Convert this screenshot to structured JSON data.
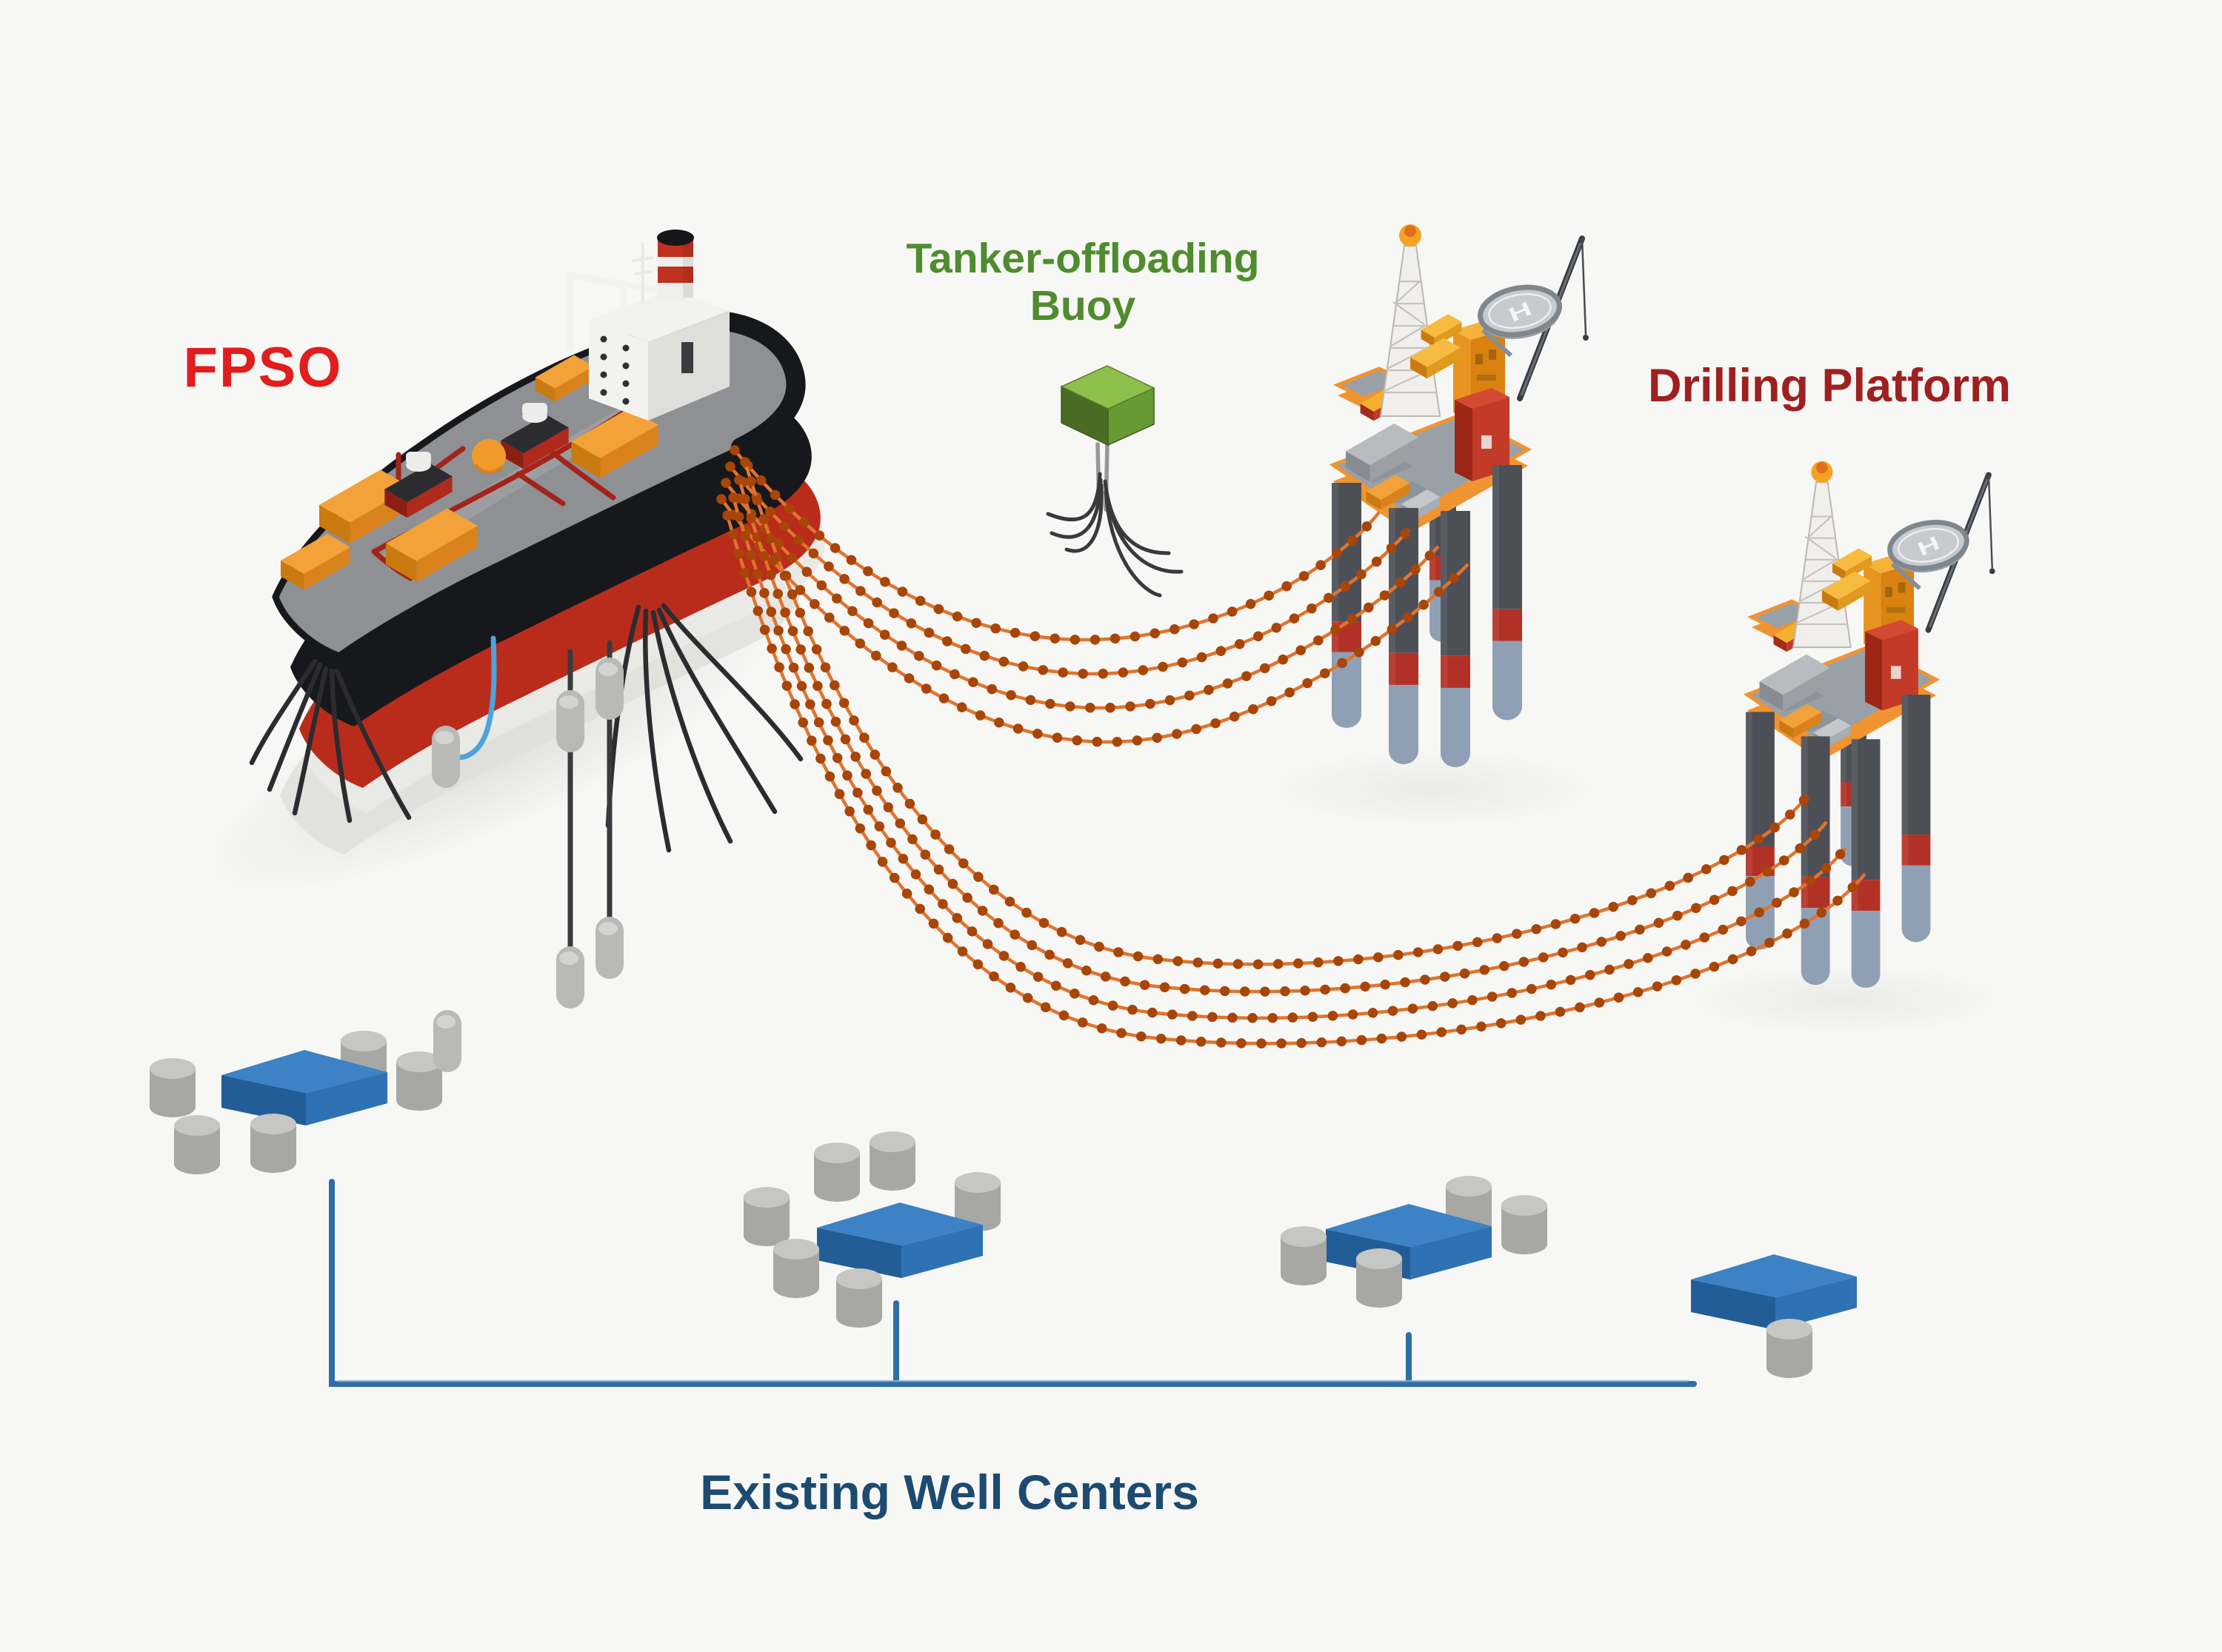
{
  "diagram": {
    "type": "offshore-oilfield-development-schematic",
    "labels": {
      "fpso": "FPSO",
      "buoy_line1": "Tanker-offloading",
      "buoy_line2": "Buoy",
      "drilling_platform": "Drilling Platform",
      "existing_well_centers": "Existing Well Centers",
      "helipad_h": "H"
    },
    "components": [
      {
        "name": "fpso-vessel",
        "mooring_lines": 10,
        "riser_strings": 2,
        "buoyancy_cans": 6
      },
      {
        "name": "tanker-offloading-buoy",
        "mooring_lines": 6
      },
      {
        "name": "drilling-platform-near",
        "legs": 5,
        "helipad": true,
        "derrick": true,
        "crane": true
      },
      {
        "name": "drilling-platform-far",
        "legs": 5,
        "helipad": true,
        "derrick": true,
        "crane": true
      },
      {
        "name": "flowline-bundle-to-near-platform",
        "lines": 4
      },
      {
        "name": "flowline-bundle-to-far-platform",
        "lines": 4
      },
      {
        "name": "well-center-1",
        "wellheads": 5,
        "connected": true
      },
      {
        "name": "well-center-2",
        "wellheads": 6,
        "connected": true
      },
      {
        "name": "well-center-3",
        "wellheads": 4,
        "connected": true
      },
      {
        "name": "well-center-4",
        "wellheads": 1,
        "connected": false
      }
    ],
    "colors": {
      "background": "#f7f7f5",
      "label_fpso": "#e11d1d",
      "label_buoy": "#4f8c2e",
      "label_platform": "#9e2020",
      "label_wells": "#1c4a70",
      "hull_black": "#17181c",
      "hull_red": "#b92c1b",
      "hull_pale": "#e9e9e6",
      "deck_gray": "#8e9094",
      "equip_orange": "#f2a238",
      "equip_orange_dark": "#d9821c",
      "pipe_red": "#a3241a",
      "white": "#f2f2ef",
      "funnel_red": "#c0311f",
      "mooring": "#2c2c30",
      "riser_blue": "#4da3dd",
      "capsule_gray": "#b9b9b7",
      "flowline": "#e0742f",
      "flowline_dot": "#a84508",
      "buoy_top": "#8cc04a",
      "buoy_left": "#4a6b24",
      "buoy_right": "#679a33",
      "derrick": "#f0efec",
      "platform_deck": "#9aa0a8",
      "platform_rim": "#ef9430",
      "module_yellow": "#f3a52f",
      "module_yellow_dark": "#d9820f",
      "module_red": "#c33a28",
      "leg_dark": "#4d4f57",
      "leg_red": "#b23127",
      "leg_blue": "#8fa0b5",
      "helipad_face": "#c6cbd0",
      "helipad_rim": "#7e868e",
      "well_top": "#3c82c4",
      "well_left": "#225d98",
      "well_right": "#2f72b4",
      "wellhead": "#a7a7a5",
      "wellhead_top": "#c6c6c4",
      "connector": "#2f6da6"
    }
  }
}
